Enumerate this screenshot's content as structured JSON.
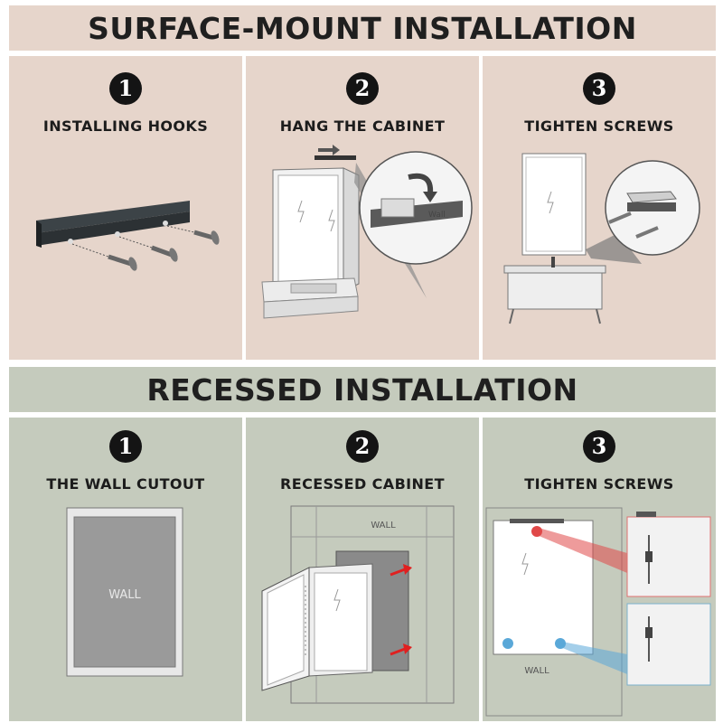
{
  "surface": {
    "heading": "SURFACE-MOUNT INSTALLATION",
    "steps": [
      {
        "number": "1",
        "title": "INSTALLING HOOKS"
      },
      {
        "number": "2",
        "title": "HANG THE CABINET",
        "callout": "Wall"
      },
      {
        "number": "3",
        "title": "TIGHTEN SCREWS"
      }
    ]
  },
  "recessed": {
    "heading": "RECESSED INSTALLATION",
    "steps": [
      {
        "number": "1",
        "title": "THE WALL CUTOUT",
        "label": "WALL"
      },
      {
        "number": "2",
        "title": "RECESSED CABINET",
        "label": "WALL"
      },
      {
        "number": "3",
        "title": "TIGHTEN SCREWS",
        "label": "WALL"
      }
    ]
  },
  "colors": {
    "surface_bg": "#e6d5cb",
    "recessed_bg": "#c5cbbd",
    "arrow_red": "#e02020",
    "marker_red": "#e04848",
    "marker_blue": "#5aa8d8"
  }
}
